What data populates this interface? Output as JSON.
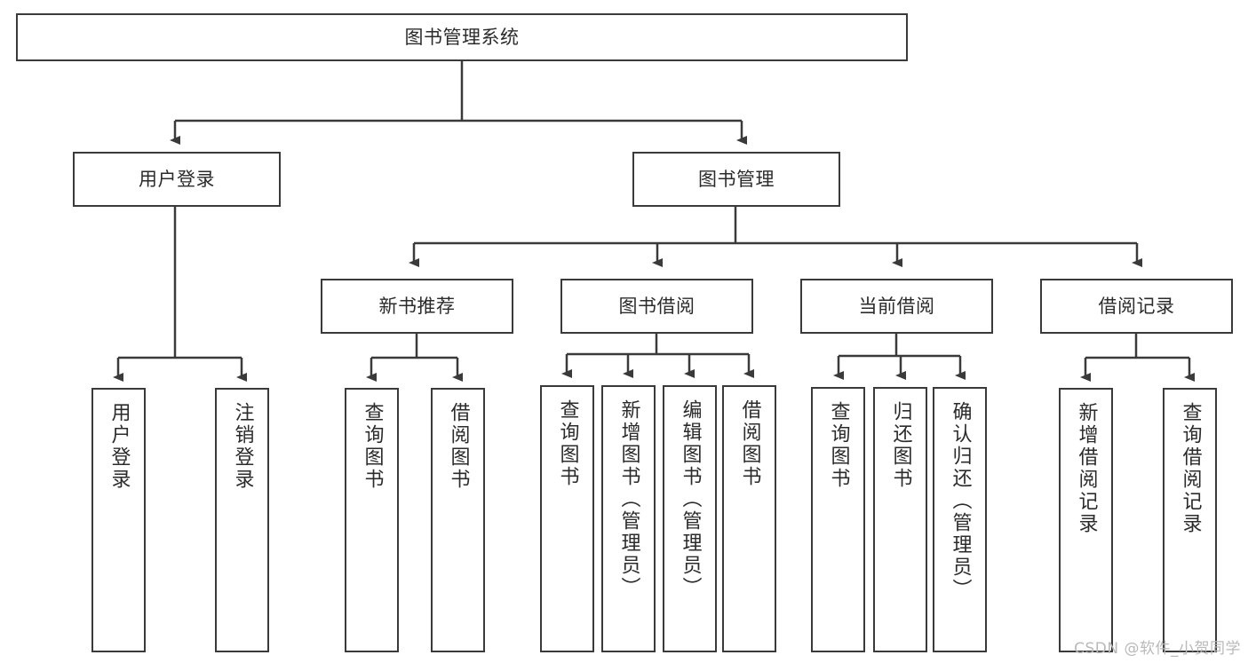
{
  "diagram": {
    "title": "图书管理系统",
    "type": "tree",
    "root": {
      "label": "图书管理系统"
    },
    "level2": [
      {
        "label": "用户登录"
      },
      {
        "label": "图书管理"
      }
    ],
    "level3": [
      {
        "label": "新书推荐"
      },
      {
        "label": "图书借阅"
      },
      {
        "label": "当前借阅"
      },
      {
        "label": "借阅记录"
      }
    ],
    "leaves": {
      "user_login": [
        {
          "label": "用户登录"
        },
        {
          "label": "注销登录"
        }
      ],
      "new_book_recommend": [
        {
          "label": "查询图书"
        },
        {
          "label": "借阅图书"
        }
      ],
      "book_borrow": [
        {
          "label": "查询图书"
        },
        {
          "label": "新增图书（管理员）"
        },
        {
          "label": "编辑图书（管理员）"
        },
        {
          "label": "借阅图书"
        }
      ],
      "current_borrow": [
        {
          "label": "查询图书"
        },
        {
          "label": "归还图书"
        },
        {
          "label": "确认归还（管理员）"
        }
      ],
      "borrow_record": [
        {
          "label": "新增借阅记录"
        },
        {
          "label": "查询借阅记录"
        }
      ]
    }
  },
  "watermark": {
    "text": "CSDN @软件_小贺同学"
  },
  "colors": {
    "stroke": "#3a3a3a",
    "box_fill": "#ffffff",
    "text": "#2b2b2b",
    "watermark": "#b9b9b9"
  }
}
